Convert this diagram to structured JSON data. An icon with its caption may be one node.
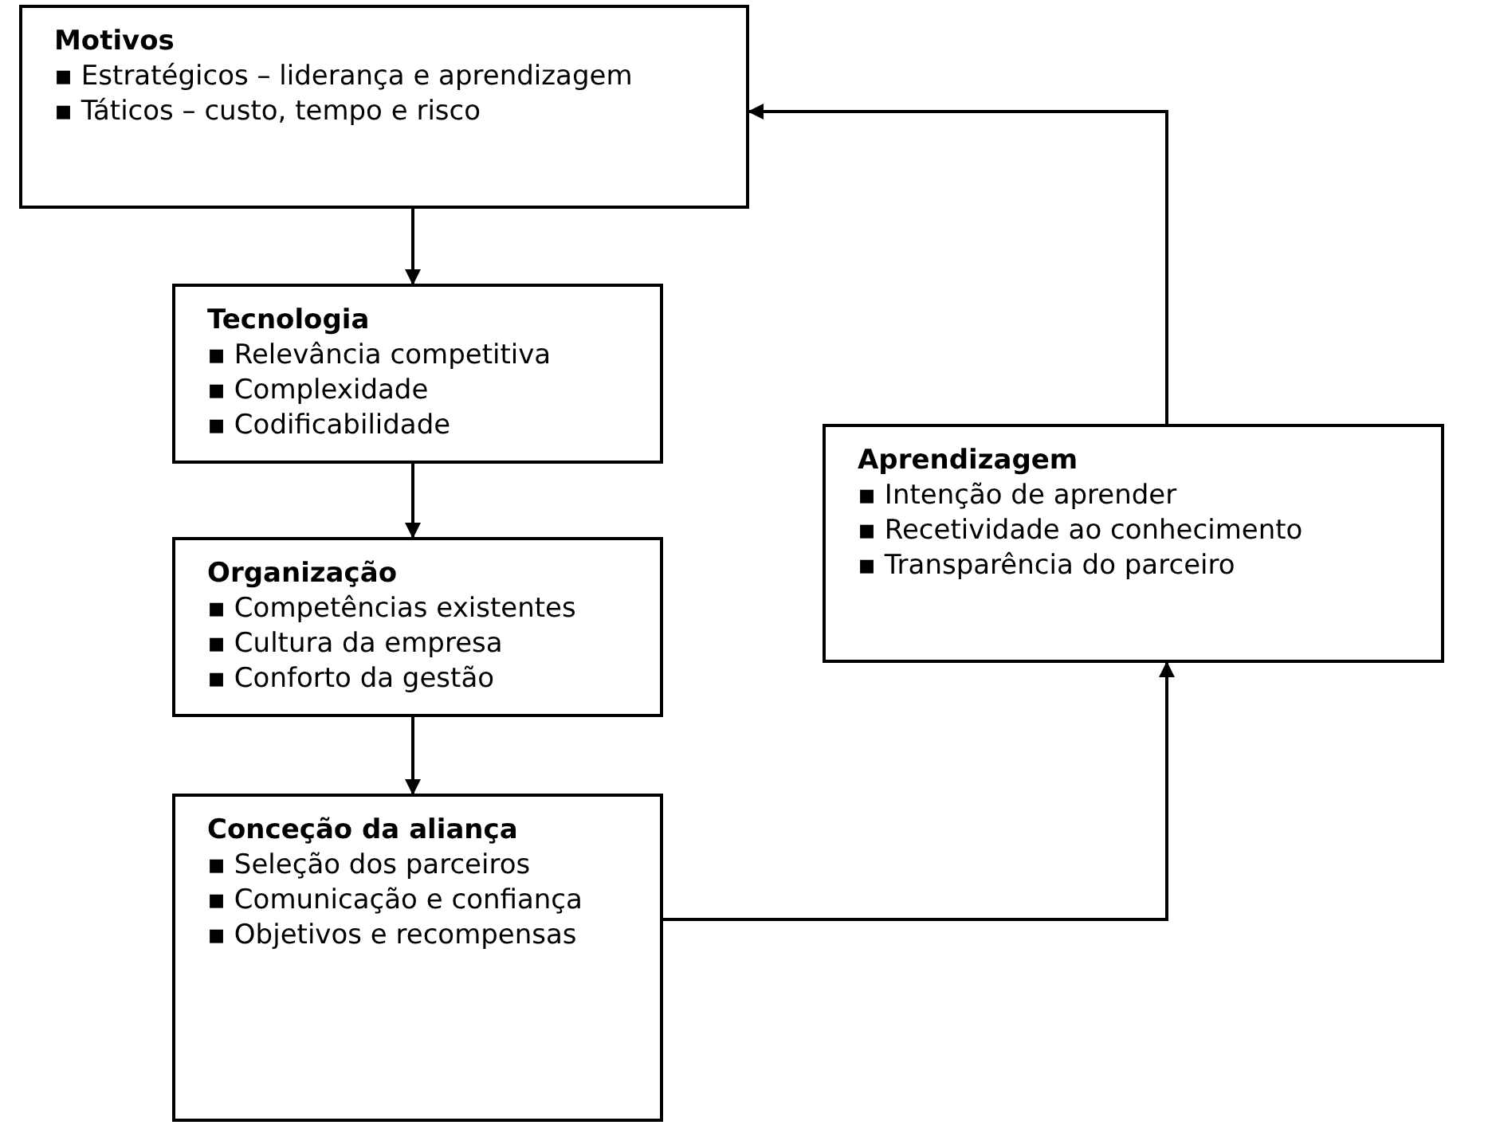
{
  "diagram": {
    "nodes": [
      {
        "text": [
          "Motivos",
          "▪ Estratégicos – liderança e aprendizagem",
          "▪ Táticos – custo, tempo e risco"
        ]
      },
      {
        "text": [
          "Tecnologia",
          "▪ Relevância competitiva",
          "▪ Complexidade",
          "▪ Codificabilidade"
        ]
      },
      {
        "text": [
          "Organização",
          "▪ Competências existentes",
          "▪ Cultura da empresa",
          "▪ Conforto da gestão"
        ]
      },
      {
        "text": [
          "Conceção da aliança",
          "▪ Seleção dos parceiros",
          "▪ Comunicação e confiança",
          "▪ Objetivos e recompensas"
        ]
      },
      {
        "text": [
          "Aprendizagem",
          "▪ Intenção de aprender",
          "▪ Recetividade ao conhecimento",
          "▪ Transparência do parceiro"
        ]
      }
    ],
    "edges": [
      {
        "from": 0,
        "to": 1,
        "arrow": "to"
      },
      {
        "from": 1,
        "to": 2,
        "arrow": "to"
      },
      {
        "from": 2,
        "to": 3,
        "arrow": "to"
      },
      {
        "from": 3,
        "to": 4,
        "arrow": "to"
      },
      {
        "from": 4,
        "to": 0,
        "arrow": "to"
      }
    ]
  }
}
